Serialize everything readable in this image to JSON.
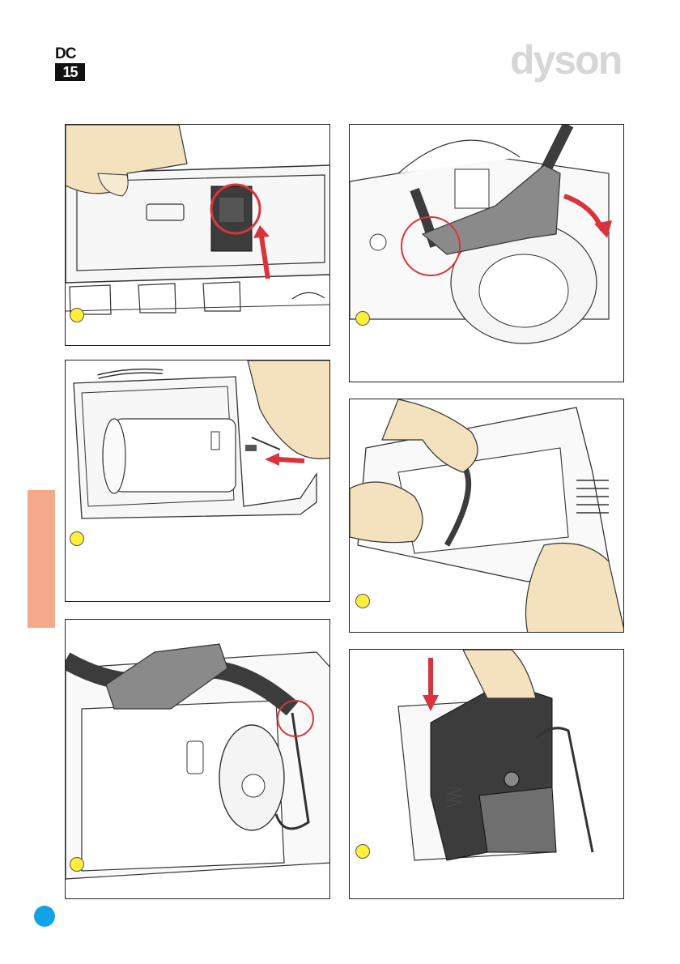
{
  "header": {
    "model_top": "DC",
    "model_bottom": "15",
    "brand": "dyson"
  },
  "colors": {
    "section_tab": "#f4a98a",
    "page_dot": "#12a3e6",
    "step_marker": "#ffef3a",
    "arrow": "#d9343d",
    "highlight_circle": "#d9343d",
    "skin": "#f3e2bd",
    "part_grey": "#8a8a8a",
    "dark_part": "#3c3c3c"
  },
  "panels": [
    {
      "illustration": "finger-lifting-tab",
      "has_arrow": true,
      "has_highlight": true
    },
    {
      "illustration": "hand-connecting-motor-terminal",
      "has_arrow": true,
      "has_highlight": false
    },
    {
      "illustration": "cable-routed-through-motor-housing",
      "has_arrow": false,
      "has_highlight": true
    },
    {
      "illustration": "tool-rotating-clip",
      "has_arrow": true,
      "has_highlight": true
    },
    {
      "illustration": "hands-fitting-cable-into-housing",
      "has_arrow": false,
      "has_highlight": false
    },
    {
      "illustration": "pressing-down-handle-assembly",
      "has_arrow": true,
      "has_highlight": false
    }
  ]
}
